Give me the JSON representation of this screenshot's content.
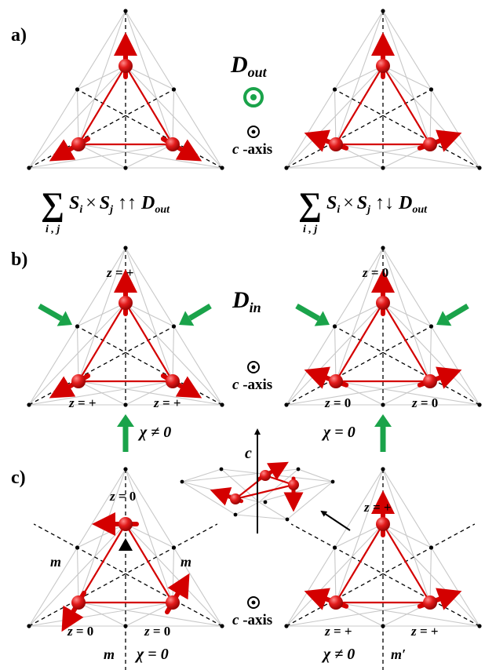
{
  "panels": {
    "a": {
      "label": "a)"
    },
    "b": {
      "label": "b)"
    },
    "c": {
      "label": "c)"
    }
  },
  "fields": {
    "d_out": {
      "letter": "D",
      "sub": "out"
    },
    "d_in": {
      "letter": "D",
      "sub": "in"
    },
    "c_axis": "c -axis",
    "c_vec": "c"
  },
  "formulas": {
    "sum_sub": "i , j",
    "cross": "×",
    "parallel": "↑↑",
    "antiparallel": "↑↓",
    "S": "S",
    "i": "i",
    "j": "j"
  },
  "z_labels": {
    "plus": "z = +",
    "zero": "z = 0"
  },
  "chi_labels": {
    "nonzero": "χ ≠ 0",
    "zero": "χ = 0"
  },
  "mirror_labels": {
    "m": "m",
    "m_prime": "m′"
  },
  "colors": {
    "spin": "#d40000",
    "green_arrow": "#1aa34a",
    "grid": "#c8c8c8",
    "ink": "#000000"
  },
  "icons": [
    "green-arrow-icon",
    "out-of-plane-circle-icon",
    "threefold-axis-triangle-icon",
    "view-direction-arrow-icon"
  ]
}
